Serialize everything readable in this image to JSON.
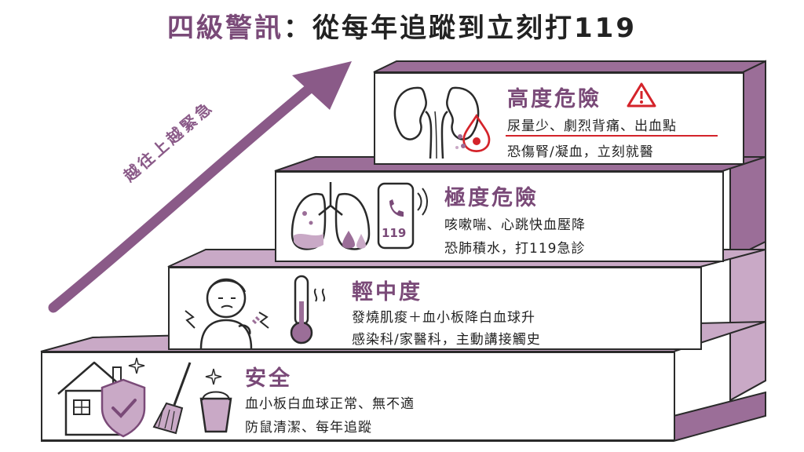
{
  "title": {
    "part1": "四級警訊",
    "part2": "：從每年追蹤到立刻打119"
  },
  "arrow_label": "越往上越緊急",
  "levels": {
    "high": {
      "title": "高度危險",
      "line1": "尿量少、劇烈背痛、出血點",
      "line2": "恐傷腎/凝血，立刻就醫"
    },
    "extreme": {
      "title": "極度危險",
      "line1": "咳嗽喘、心跳快血壓降",
      "line2": "恐肺積水，打119急診",
      "phone_text": "119"
    },
    "moderate": {
      "title": "輕中度",
      "line1": "發燒肌痠＋血小板降白血球升",
      "line2": "感染科/家醫科，主動講接觸史"
    },
    "safe": {
      "title": "安全",
      "line1": "血小板白血球正常、無不適",
      "line2": "防鼠清潔、每年追蹤"
    }
  },
  "colors": {
    "accent": "#7a4a78",
    "step_side": "#9b6e98",
    "step_top": "#c9a9c6",
    "alert_red": "#d4232a"
  },
  "icons": [
    "warning-icon",
    "kidney-icon",
    "blood-drop-icon",
    "lungs-icon",
    "phone-icon",
    "sick-person-icon",
    "thermometer-icon",
    "house-icon",
    "shield-check-icon",
    "broom-icon",
    "bucket-icon",
    "sparkle-icon"
  ]
}
